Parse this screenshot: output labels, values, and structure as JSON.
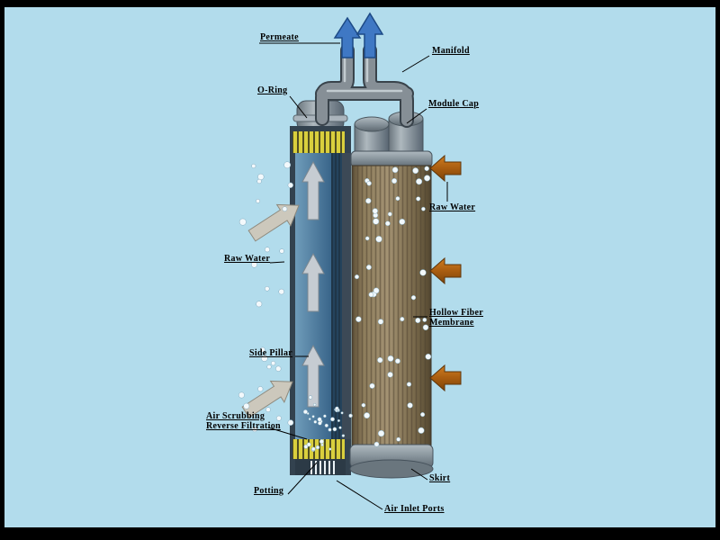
{
  "diagram": {
    "labels": {
      "permeate": "Permeate",
      "manifold": "Manifold",
      "o_ring": "O-Ring",
      "module_cap": "Module Cap",
      "raw_water_right": "Raw Water",
      "raw_water_left": "Raw Water",
      "hollow_fiber_1": "Hollow Fiber",
      "hollow_fiber_2": "Membrane",
      "side_pillar": "Side Pillar",
      "air_scrubbing_1": "Air Scrubbing",
      "air_scrubbing_2": "Reverse Filtration",
      "potting": "Potting",
      "air_inlet_ports": "Air Inlet Ports",
      "skirt": "Skirt"
    },
    "colors": {
      "background": "#b2dcec",
      "frame": "#000000",
      "permeate_arrow_blue": "#3f78c4",
      "raw_water_arrow_orange": "#a95d10",
      "membrane_tan": "#a39272",
      "potting_yellow": "#d9cf3d",
      "channel_blue": "#4a7898",
      "metal_gray": "#87939b"
    }
  }
}
